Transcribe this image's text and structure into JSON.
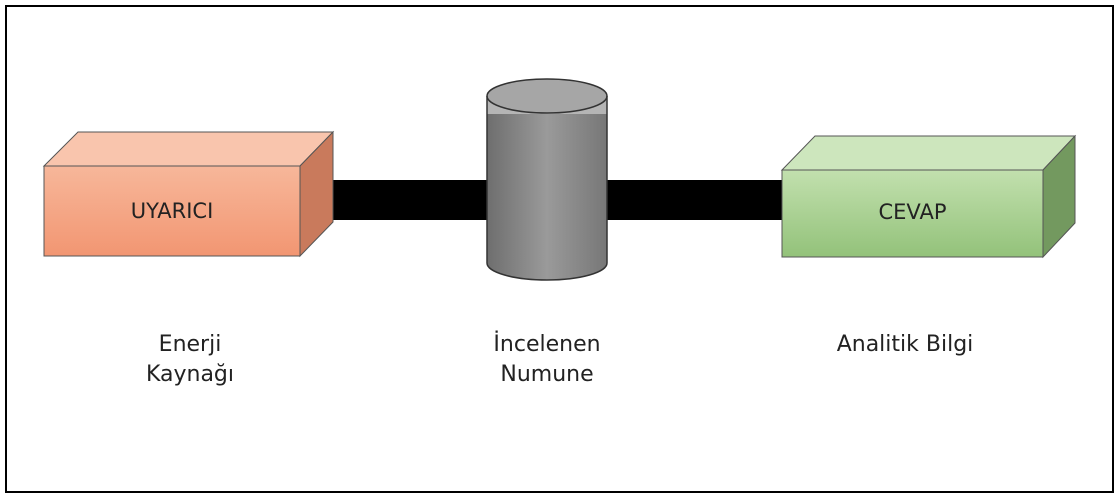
{
  "diagram": {
    "source": {
      "box_label": "UYARICI",
      "caption_line1": "Enerji",
      "caption_line2": "Kaynağı",
      "color": "#f4a585"
    },
    "sample": {
      "caption_line1": "İncelenen",
      "caption_line2": "Numune",
      "color": "#8c8c8c"
    },
    "response": {
      "box_label": "CEVAP",
      "caption_line1": "Analitik Bilgi",
      "color": "#a9d08e"
    },
    "connector_color": "#000000"
  }
}
